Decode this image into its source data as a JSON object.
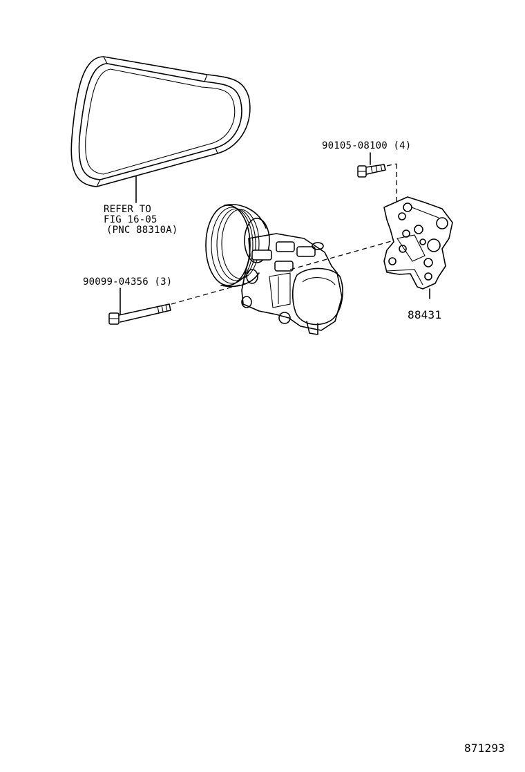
{
  "labels": {
    "belt_ref_line1": "REFER TO",
    "belt_ref_line2": "FIG 16-05",
    "belt_ref_line3": "(PNC 88310A)",
    "bolt_bracket": "90105-08100 (4)",
    "bolt_compressor": "90099-04356 (3)",
    "bracket_part": "88431",
    "figure_id": "871293"
  },
  "icons": {
    "belt": "v-ribbed-belt-icon",
    "compressor": "ac-compressor-icon",
    "bracket": "compressor-bracket-icon",
    "short_bolt": "flange-bolt-icon",
    "long_bolt": "long-flange-bolt-icon"
  }
}
